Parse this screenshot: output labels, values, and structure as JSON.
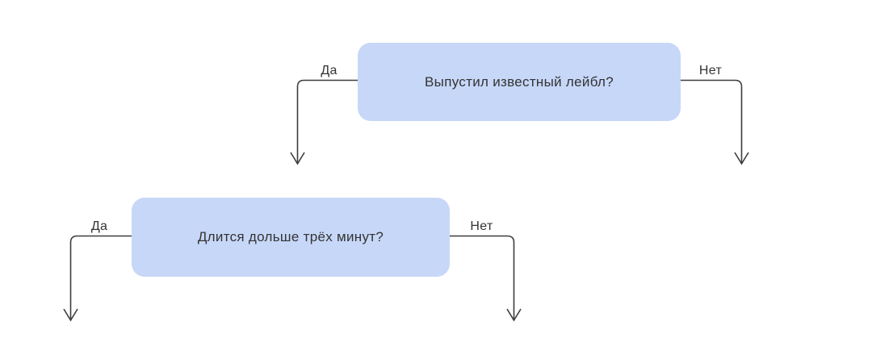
{
  "diagram": {
    "type": "flowchart",
    "colors": {
      "background": "#ffffff",
      "node_fill": "#c7d7f8",
      "line": "#3d3d3d",
      "text": "#333333"
    },
    "nodes": [
      {
        "question": "Выпустил известный лейбл?",
        "yes_label": "Да",
        "no_label": "Нет"
      },
      {
        "question": "Длится дольше трёх минут?",
        "yes_label": "Да",
        "no_label": "Нет"
      }
    ]
  }
}
